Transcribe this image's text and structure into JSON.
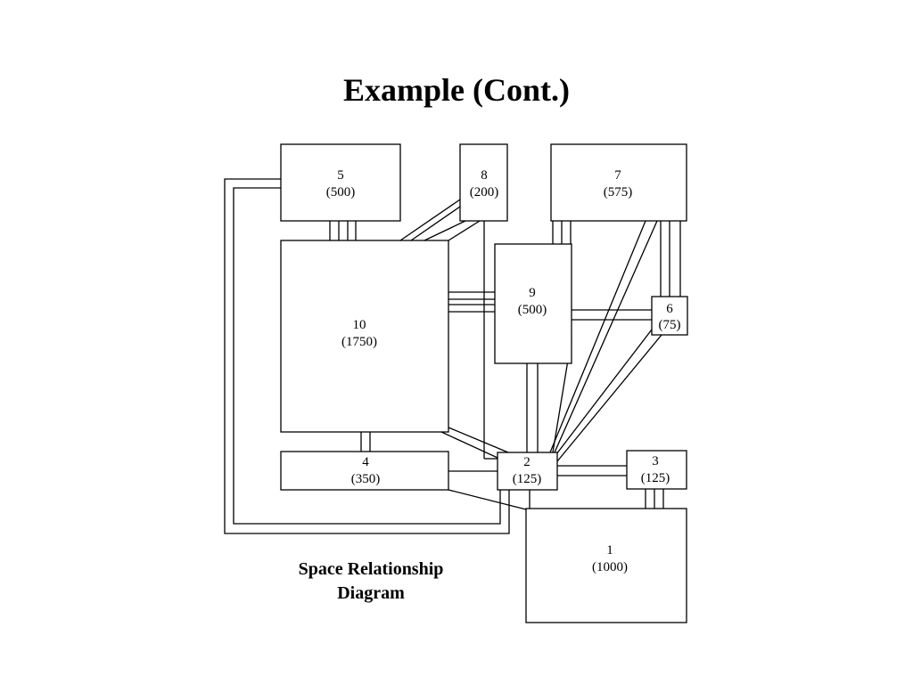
{
  "slide": {
    "title": "Example (Cont.)",
    "caption_line1": "Space Relationship",
    "caption_line2": "Diagram"
  },
  "nodes": {
    "n1": {
      "id": "1",
      "area": "(1000)"
    },
    "n2": {
      "id": "2",
      "area": "(125)"
    },
    "n3": {
      "id": "3",
      "area": "(125)"
    },
    "n4": {
      "id": "4",
      "area": "(350)"
    },
    "n5": {
      "id": "5",
      "area": "(500)"
    },
    "n6": {
      "id": "6",
      "area": "(75)"
    },
    "n7": {
      "id": "7",
      "area": "(575)"
    },
    "n8": {
      "id": "8",
      "area": "(200)"
    },
    "n9": {
      "id": "9",
      "area": "(500)"
    },
    "n10": {
      "id": "10",
      "area": "(1750)"
    }
  }
}
